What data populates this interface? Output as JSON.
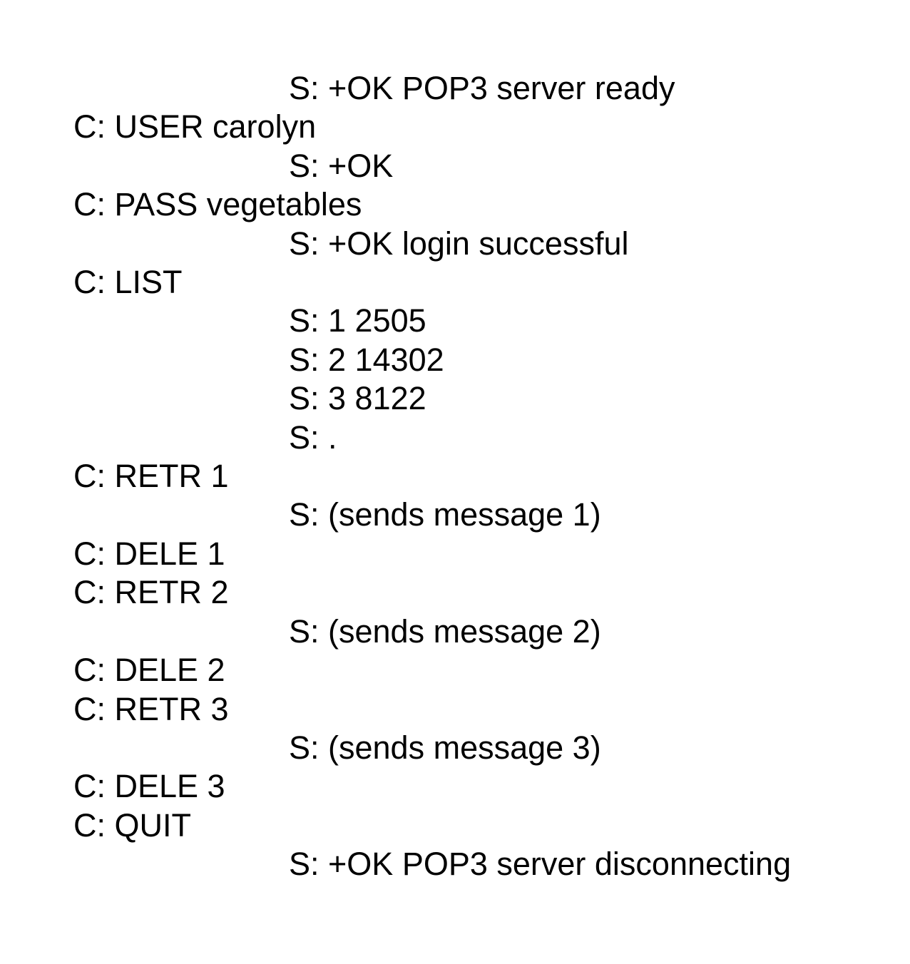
{
  "page": {
    "background_color": "#ffffff",
    "text_color": "#000000"
  },
  "transcript": {
    "lines": [
      {
        "role": "server",
        "text": "S: +OK POP3 server ready"
      },
      {
        "role": "client",
        "text": "C: USER carolyn"
      },
      {
        "role": "server",
        "text": "S: +OK"
      },
      {
        "role": "client",
        "text": "C: PASS vegetables"
      },
      {
        "role": "server",
        "text": "S: +OK login successful"
      },
      {
        "role": "client",
        "text": "C: LIST"
      },
      {
        "role": "server",
        "text": "S: 1 2505"
      },
      {
        "role": "server",
        "text": "S: 2 14302"
      },
      {
        "role": "server",
        "text": "S: 3 8122"
      },
      {
        "role": "server",
        "text": "S: ."
      },
      {
        "role": "client",
        "text": "C: RETR 1"
      },
      {
        "role": "server",
        "text": "S: (sends message 1)"
      },
      {
        "role": "client",
        "text": "C: DELE 1"
      },
      {
        "role": "client",
        "text": "C: RETR 2"
      },
      {
        "role": "server",
        "text": "S: (sends message 2)"
      },
      {
        "role": "client",
        "text": "C: DELE 2"
      },
      {
        "role": "client",
        "text": "C: RETR 3"
      },
      {
        "role": "server",
        "text": "S: (sends message 3)"
      },
      {
        "role": "client",
        "text": "C: DELE 3"
      },
      {
        "role": "client",
        "text": "C: QUIT"
      },
      {
        "role": "server",
        "text": "S: +OK POP3 server disconnecting"
      }
    ]
  }
}
